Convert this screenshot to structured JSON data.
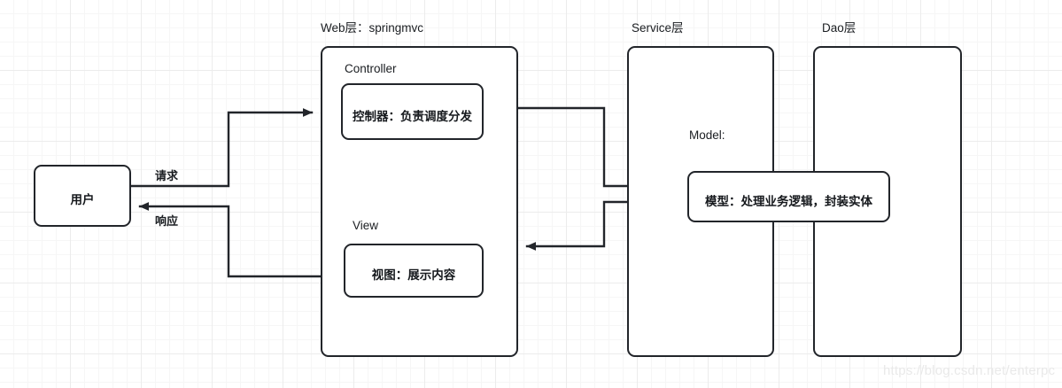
{
  "diagram": {
    "title_watermark": "https://blog.csdn.net/enterpc",
    "layers": [
      {
        "id": "web",
        "caption": "Web层：springmvc"
      },
      {
        "id": "service",
        "caption": "Service层"
      },
      {
        "id": "dao",
        "caption": "Dao层"
      }
    ],
    "groups": [
      {
        "id": "controller",
        "label": "Controller"
      },
      {
        "id": "view",
        "label": "View"
      },
      {
        "id": "model",
        "label": "Model:"
      }
    ],
    "nodes": [
      {
        "id": "user",
        "label": "用户"
      },
      {
        "id": "controller-box",
        "label": "控制器：负责调度分发"
      },
      {
        "id": "view-box",
        "label": "视图：展示内容"
      },
      {
        "id": "model-box",
        "label": "模型：处理业务逻辑，封装实体"
      }
    ],
    "edges": [
      {
        "id": "request",
        "label": "请求",
        "from": "user",
        "to": "controller-box"
      },
      {
        "id": "response",
        "label": "响应",
        "from": "view-box",
        "to": "user"
      },
      {
        "id": "dispatch",
        "label": "",
        "from": "controller-box",
        "to": "model-box"
      },
      {
        "id": "return",
        "label": "",
        "from": "model-box",
        "to": "view-box"
      }
    ],
    "colors": {
      "stroke": "#22252a",
      "background": "#ffffff",
      "grid_minor": "#f6f6f6",
      "grid_major": "#ececec",
      "watermark": "#e9e9e9"
    }
  }
}
